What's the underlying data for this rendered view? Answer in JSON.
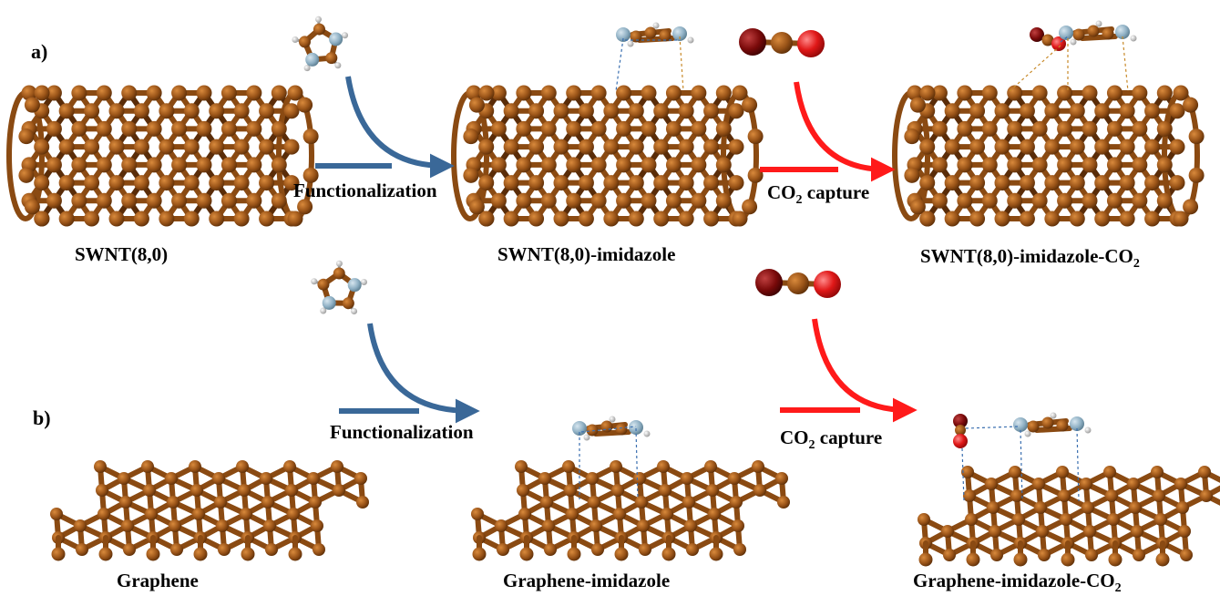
{
  "panels": {
    "a": {
      "panel_label": "a)",
      "step1_label": "Functionalization",
      "step2_label_main": "CO",
      "step2_label_sub": "2",
      "step2_label_rest": " capture",
      "start_label": "SWNT(8,0)",
      "middle_label": "SWNT(8,0)-imidazole",
      "end_label_main": "SWNT(8,0)-imidazole-CO",
      "end_label_sub": "2"
    },
    "b": {
      "panel_label": "b)",
      "step1_label": "Functionalization",
      "step2_label_main": "CO",
      "step2_label_sub": "2",
      "step2_label_rest": " capture",
      "start_label": "Graphene",
      "middle_label": "Graphene-imidazole",
      "end_label_main": "Graphene-imidazole-CO",
      "end_label_sub": "2"
    }
  },
  "colors": {
    "carbon": "#9a5418",
    "carbon_dark": "#5a2c08",
    "nitrogen": "#8fb0c4",
    "hydrogen": "#e8e8e8",
    "oxygen": "#e01818",
    "oxygen_dark": "#8a0a0a",
    "arrow_functionalization": "#3a6898",
    "arrow_capture": "#ff1a1a"
  }
}
